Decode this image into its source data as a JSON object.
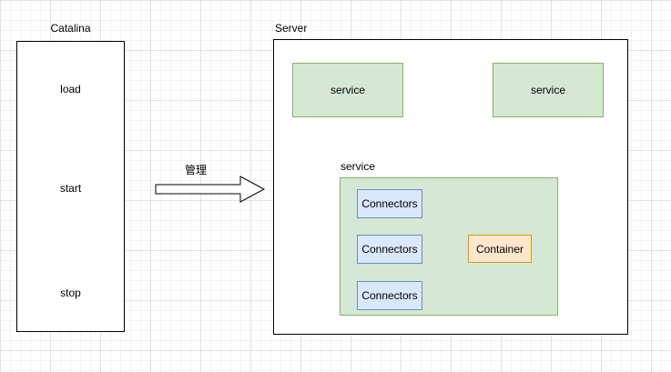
{
  "diagram": {
    "catalina": {
      "title": "Catalina",
      "items": [
        "load",
        "start",
        "stop"
      ]
    },
    "arrow": {
      "label": "管理"
    },
    "server": {
      "title": "Server",
      "services": [
        "service",
        "service"
      ],
      "group": {
        "label": "service",
        "connectors": [
          "Connectors",
          "Connectors",
          "Connectors"
        ],
        "container_label": "Container"
      }
    },
    "colors": {
      "green_fill": "#d5e8d4",
      "green_border": "#82b366",
      "blue_fill": "#dae8fc",
      "blue_border": "#6c8ebf",
      "orange_fill": "#ffe6cc",
      "orange_border": "#d79b00",
      "box_border": "#000000",
      "grid_line": "#dfe6df",
      "text": "#000000"
    }
  }
}
